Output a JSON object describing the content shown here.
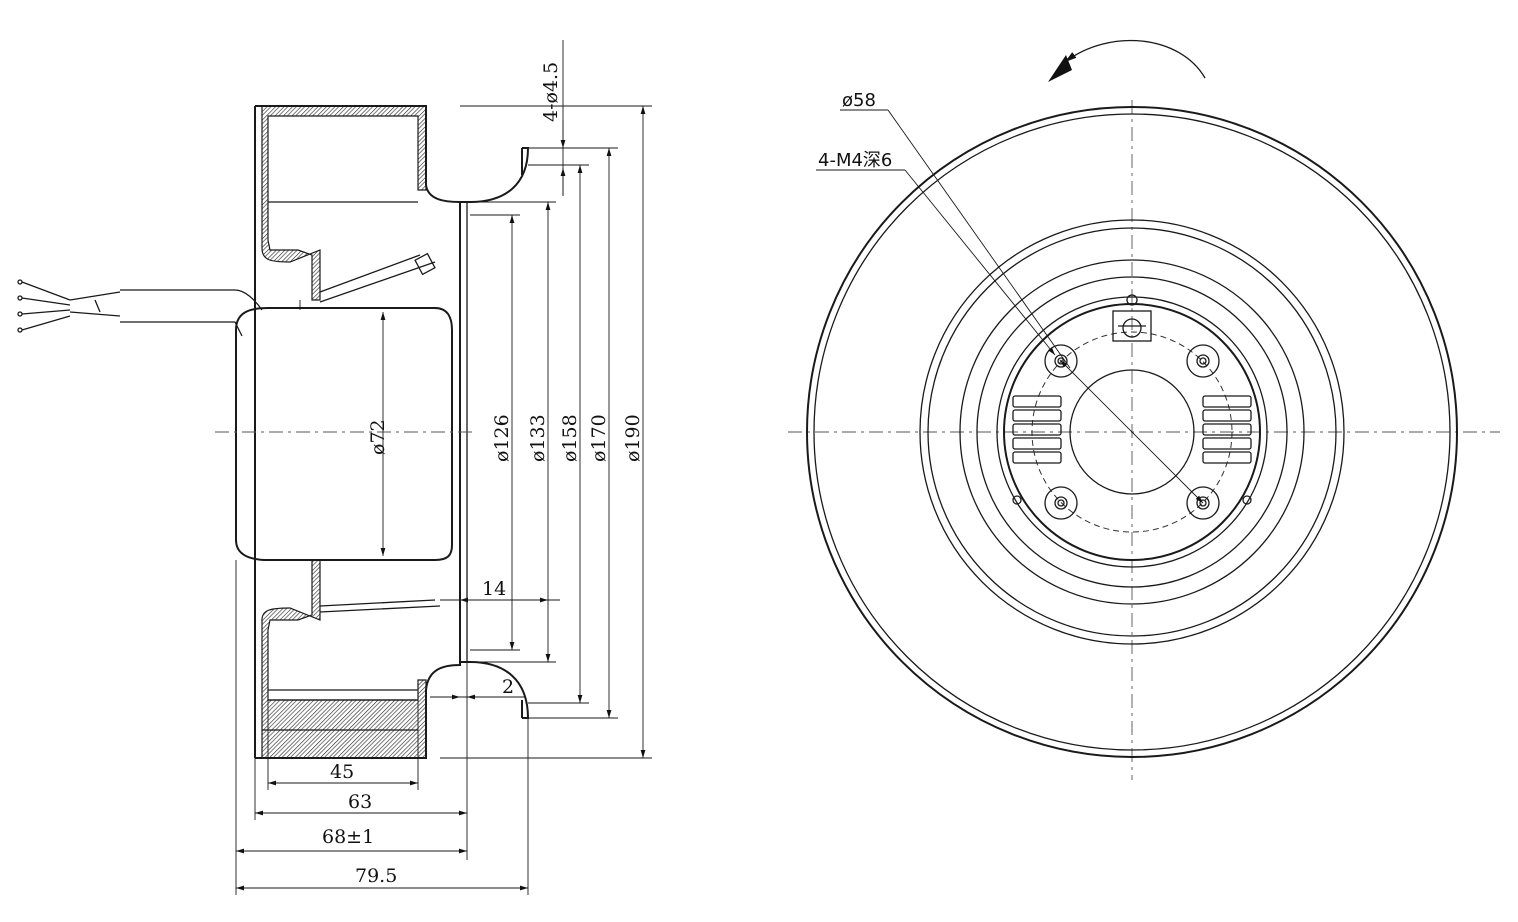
{
  "side_view": {
    "hole_spec": "4-ø4.5",
    "diameters": {
      "d72": "ø72",
      "d126": "ø126",
      "d133": "ø133",
      "d158": "ø158",
      "d170": "ø170",
      "d190": "ø190"
    },
    "inner_offsets": {
      "dim14": "14",
      "dim2": "2"
    },
    "widths": {
      "w45": "45",
      "w63": "63",
      "w68": "68±1",
      "w79": "79.5"
    }
  },
  "front_view": {
    "bolt_circle": "ø58",
    "thread_spec": "4-M4深6",
    "rotation": "counter-clockwise"
  }
}
